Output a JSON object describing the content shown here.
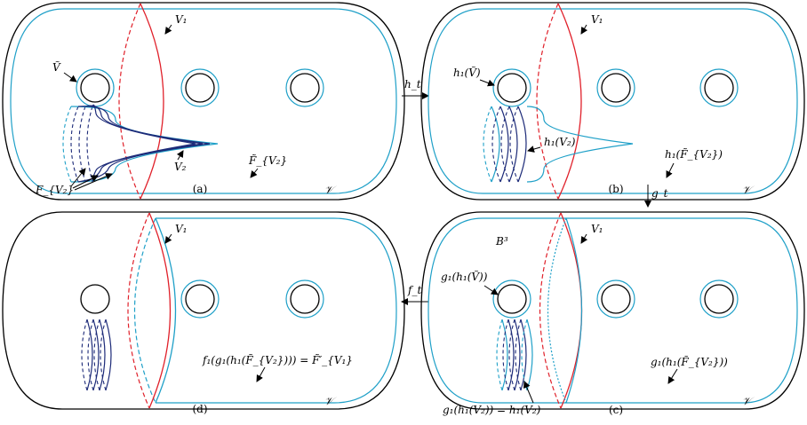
{
  "colors": {
    "outline": "#000000",
    "cyan": "#1fa0c8",
    "red": "#e0202a",
    "navy": "#1c2a78"
  },
  "panels": {
    "a": {
      "caption": "(a)",
      "v1": "V₁",
      "vtilde": "Ṽ",
      "v2": "V₂",
      "fv2": "F_{V₂}",
      "ftilde": "F̃_{V₂}",
      "calV": "𝒱"
    },
    "b": {
      "caption": "(b)",
      "v1": "V₁",
      "h1v": "h₁(Ṽ)",
      "h1v2": "h₁(V₂)",
      "h1f": "h₁(F̃_{V₂})",
      "calV": "𝒱"
    },
    "c": {
      "caption": "(c)",
      "v1": "V₁",
      "b3": "B³",
      "g1h1v": "g₁(h₁(Ṽ))",
      "g1h1f": "g₁(h₁(F̃_{V₂}))",
      "g1h1v2": "g₁(h₁(V₂)) = h₁(V₂)",
      "calV": "𝒱"
    },
    "d": {
      "caption": "(d)",
      "v1": "V₁",
      "f1": "f₁(g₁(h₁(F̃_{V₂}))) = F̃′_{V₁}",
      "calV": "𝒱"
    }
  },
  "arrows": {
    "ht": "h_t",
    "gt": "g_t",
    "ft": "f_t"
  }
}
